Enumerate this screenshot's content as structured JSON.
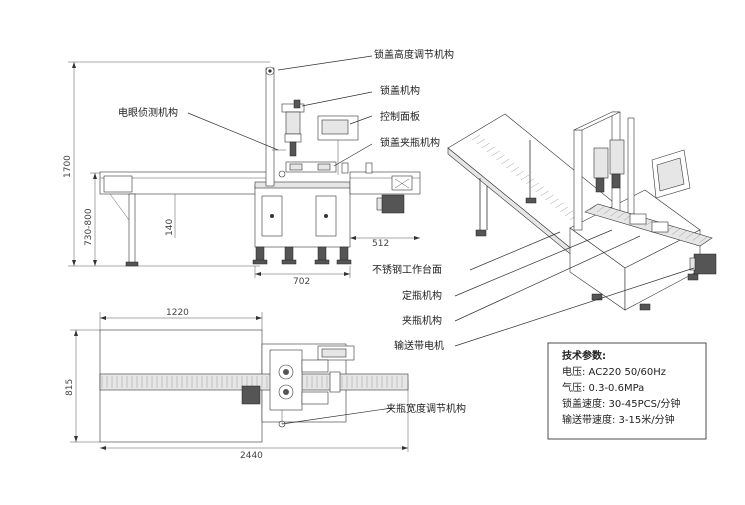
{
  "labels": {
    "cap_height_adj": "锁盖高度调节机构",
    "cap_mech": "锁盖机构",
    "control_panel": "控制面板",
    "cap_clamp": "锁盖夹瓶机构",
    "eye_detect": "电眼侦测机构",
    "table": "不锈钢工作台面",
    "fix_bottle": "定瓶机构",
    "clamp_bottle": "夹瓶机构",
    "conveyor_motor": "输送带电机",
    "clamp_width_adj": "夹瓶宽度调节机构"
  },
  "dimensions": {
    "h1700": "1700",
    "h730_800": "730-800",
    "h140": "140",
    "w512": "512",
    "w702": "702",
    "w1220": "1220",
    "h815": "815",
    "w2440": "2440"
  },
  "specs": {
    "title": "技术参数:",
    "rows": [
      "电压:  AC220   50/60Hz",
      "气压:  0.3-0.6MPa",
      "锁盖速度:  30-45PCS/分钟",
      "输送带速度:  3-15米/分钟"
    ]
  }
}
